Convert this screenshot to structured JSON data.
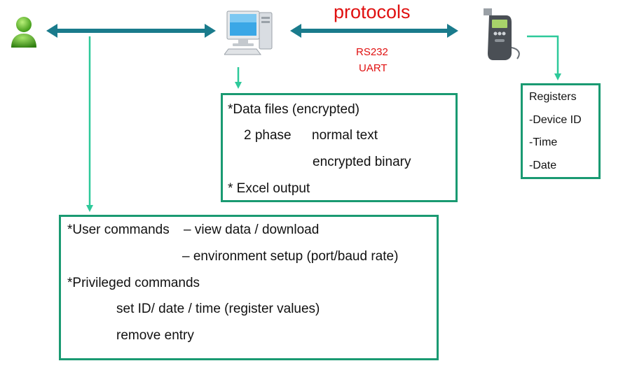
{
  "protocols_label": "protocols",
  "protocol_sub": [
    "RS232",
    "UART"
  ],
  "data_box": {
    "title": "*Data files (encrypted)",
    "phase_label": "2 phase",
    "phase_items": [
      "normal text",
      "encrypted binary"
    ],
    "excel": "* Excel output"
  },
  "registers_box": {
    "title": "Registers",
    "items": [
      "-Device ID",
      "-Time",
      "-Date"
    ]
  },
  "commands_box": {
    "user_label": "*User commands",
    "user_items": [
      "– view data / download",
      "– environment setup (port/baud rate)"
    ],
    "priv_label": "*Privileged commands",
    "priv_items": [
      "set ID/ date / time (register values)",
      "remove entry"
    ]
  },
  "colors": {
    "arrow_blue": "#1a7b8c",
    "arrow_green": "#2ec99a",
    "box_border": "#1a9a72",
    "protocol_red": "#e01010"
  },
  "icons": [
    "user-icon",
    "computer-icon",
    "breathalyzer-device-icon"
  ]
}
